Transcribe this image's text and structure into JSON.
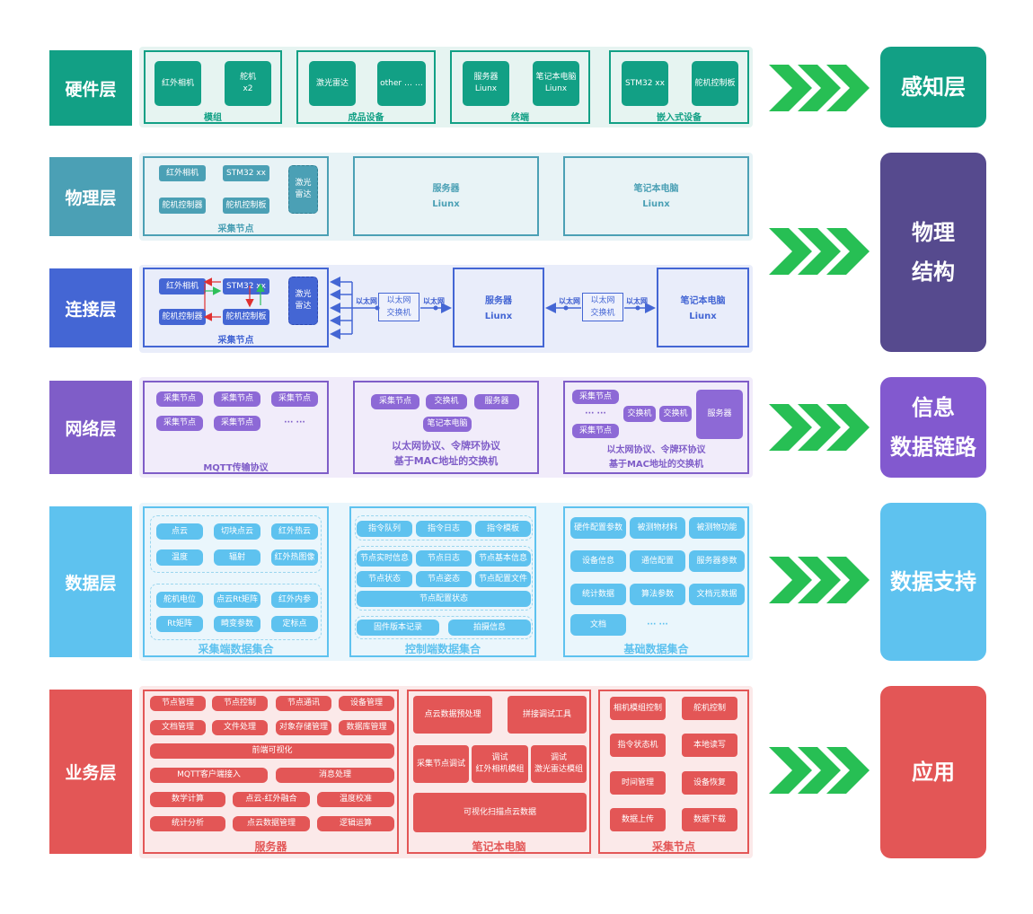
{
  "colors": {
    "hw": "#12a085",
    "phy": "#4ba0b5",
    "conn": "#4466d4",
    "net": "#7f5dc8",
    "data": "#5ec2ef",
    "biz": "#e35656",
    "arrow": "#27bf54",
    "perceive": "#12a085",
    "struct": "#564a8e",
    "info": "#8259cf",
    "support": "#5ec2ef",
    "app": "#e35656"
  },
  "layers": {
    "hardware": "硬件层",
    "physical": "物理层",
    "connection": "连接层",
    "network": "网络层",
    "data": "数据层",
    "business": "业务层"
  },
  "right": {
    "perception": "感知层",
    "physical": "物理\n结构",
    "info": "信息\n数据链路",
    "support": "数据支持",
    "app": "应用"
  },
  "hw": {
    "g1": {
      "cap": "模组",
      "c1": "红外相机",
      "c2": "舵机\nx2"
    },
    "g2": {
      "cap": "成品设备",
      "c1": "激光雷达",
      "c2": "other … …"
    },
    "g3": {
      "cap": "终端",
      "c1": "服务器\nLiunx",
      "c2": "笔记本电脑\nLiunx"
    },
    "g4": {
      "cap": "嵌入式设备",
      "c1": "STM32 xx",
      "c2": "舵机控制板"
    }
  },
  "phy": {
    "cap": "采集节点",
    "c1": "红外相机",
    "c2": "STM32 xx",
    "c3": "舵机控制器",
    "c4": "舵机控制板",
    "c5": "激光\n雷达",
    "server": "服务器\nLiunx",
    "laptop": "笔记本电脑\nLiunx"
  },
  "conn": {
    "cap": "采集节点",
    "c1": "红外相机",
    "c2": "STM32 xx",
    "c3": "舵机控制器",
    "c4": "舵机控制板",
    "c5": "激光\n雷达",
    "eth": "以太网",
    "switch": "以太网\n交换机",
    "server": "服务器\nLiunx",
    "laptop": "笔记本电脑\nLiunx"
  },
  "net": {
    "g1": {
      "cap": "MQTT传输协议",
      "items": [
        "采集节点",
        "采集节点",
        "采集节点",
        "采集节点",
        "采集节点",
        "··· ···"
      ]
    },
    "g2": {
      "items": [
        "采集节点",
        "交换机",
        "服务器",
        "笔记本电脑"
      ],
      "text": "以太网协议、令牌环协议\n基于MAC地址的交换机"
    },
    "g3": {
      "items": [
        "采集节点",
        "··· ···",
        "采集节点",
        "交换机",
        "交换机",
        "服务器"
      ],
      "text": "以太网协议、令牌环协议\n基于MAC地址的交换机"
    }
  },
  "data": {
    "g1": {
      "cap": "采集端数据集合",
      "items": [
        "点云",
        "切块点云",
        "红外热云",
        "温度",
        "辐射",
        "红外热图像",
        "舵机电位",
        "点云Rt矩阵",
        "红外内参",
        "Rt矩阵",
        "畸变参数",
        "定标点"
      ]
    },
    "g2": {
      "cap": "控制端数据集合",
      "items": [
        "指令队列",
        "指令日志",
        "指令模板",
        "节点实时信息",
        "节点日志",
        "节点基本信息",
        "节点状态",
        "节点姿态",
        "节点配置文件",
        "节点配置状态",
        "固件版本记录",
        "拍摄信息"
      ]
    },
    "g3": {
      "cap": "基础数据集合",
      "items": [
        "硬件配置参数",
        "被测物材料",
        "被测物功能",
        "设备信息",
        "通信配置",
        "服务器参数",
        "统计数据",
        "算法参数",
        "文档元数据",
        "文档",
        "··· ···"
      ]
    }
  },
  "biz": {
    "g1": {
      "cap": "服务器",
      "items": [
        "节点管理",
        "节点控制",
        "节点通讯",
        "设备管理",
        "文档管理",
        "文件处理",
        "对象存储管理",
        "数据库管理",
        "前端可视化",
        "MQTT客户端接入",
        "消息处理",
        "数学计算",
        "点云-红外融合",
        "温度校准",
        "统计分析",
        "点云数据管理",
        "逻辑运算"
      ]
    },
    "g2": {
      "cap": "笔记本电脑",
      "items": [
        "点云数据预处理",
        "拼接调试工具",
        "采集节点调试",
        "调试\n红外相机模组",
        "调试\n激光雷达模组",
        "可视化扫描点云数据"
      ]
    },
    "g3": {
      "cap": "采集节点",
      "items": [
        "相机模组控制",
        "舵机控制",
        "指令状态机",
        "本地读写",
        "时间管理",
        "设备恢复",
        "数据上传",
        "数据下载"
      ]
    }
  }
}
